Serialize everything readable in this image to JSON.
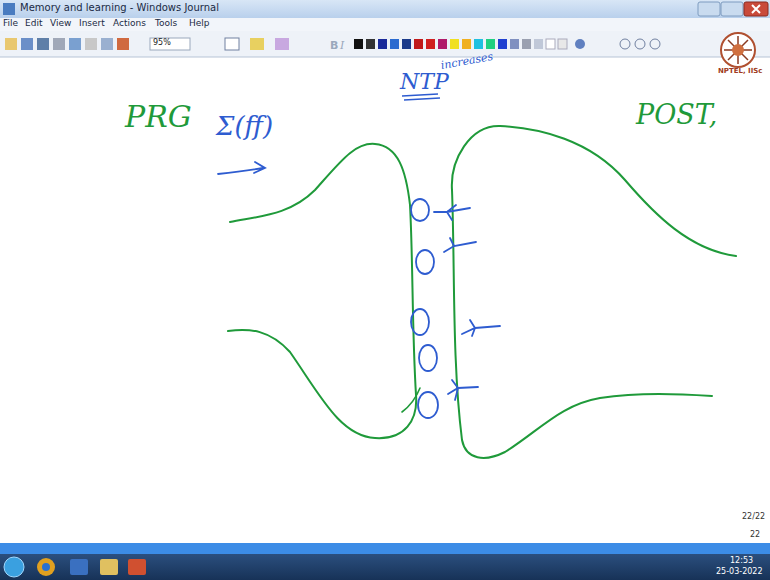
{
  "diagram": {
    "labels": [
      "Memory and learning - Windows Journal",
      "File",
      "Edit",
      "View",
      "Insert",
      "Actions",
      "Tools",
      "Help",
      "95%",
      "NPTEL, IISc",
      "PRG",
      "Σ(ff)",
      "NTP",
      "increases",
      "POST,",
      "22/22",
      "22",
      "12:53",
      "25-03-2022"
    ]
  }
}
